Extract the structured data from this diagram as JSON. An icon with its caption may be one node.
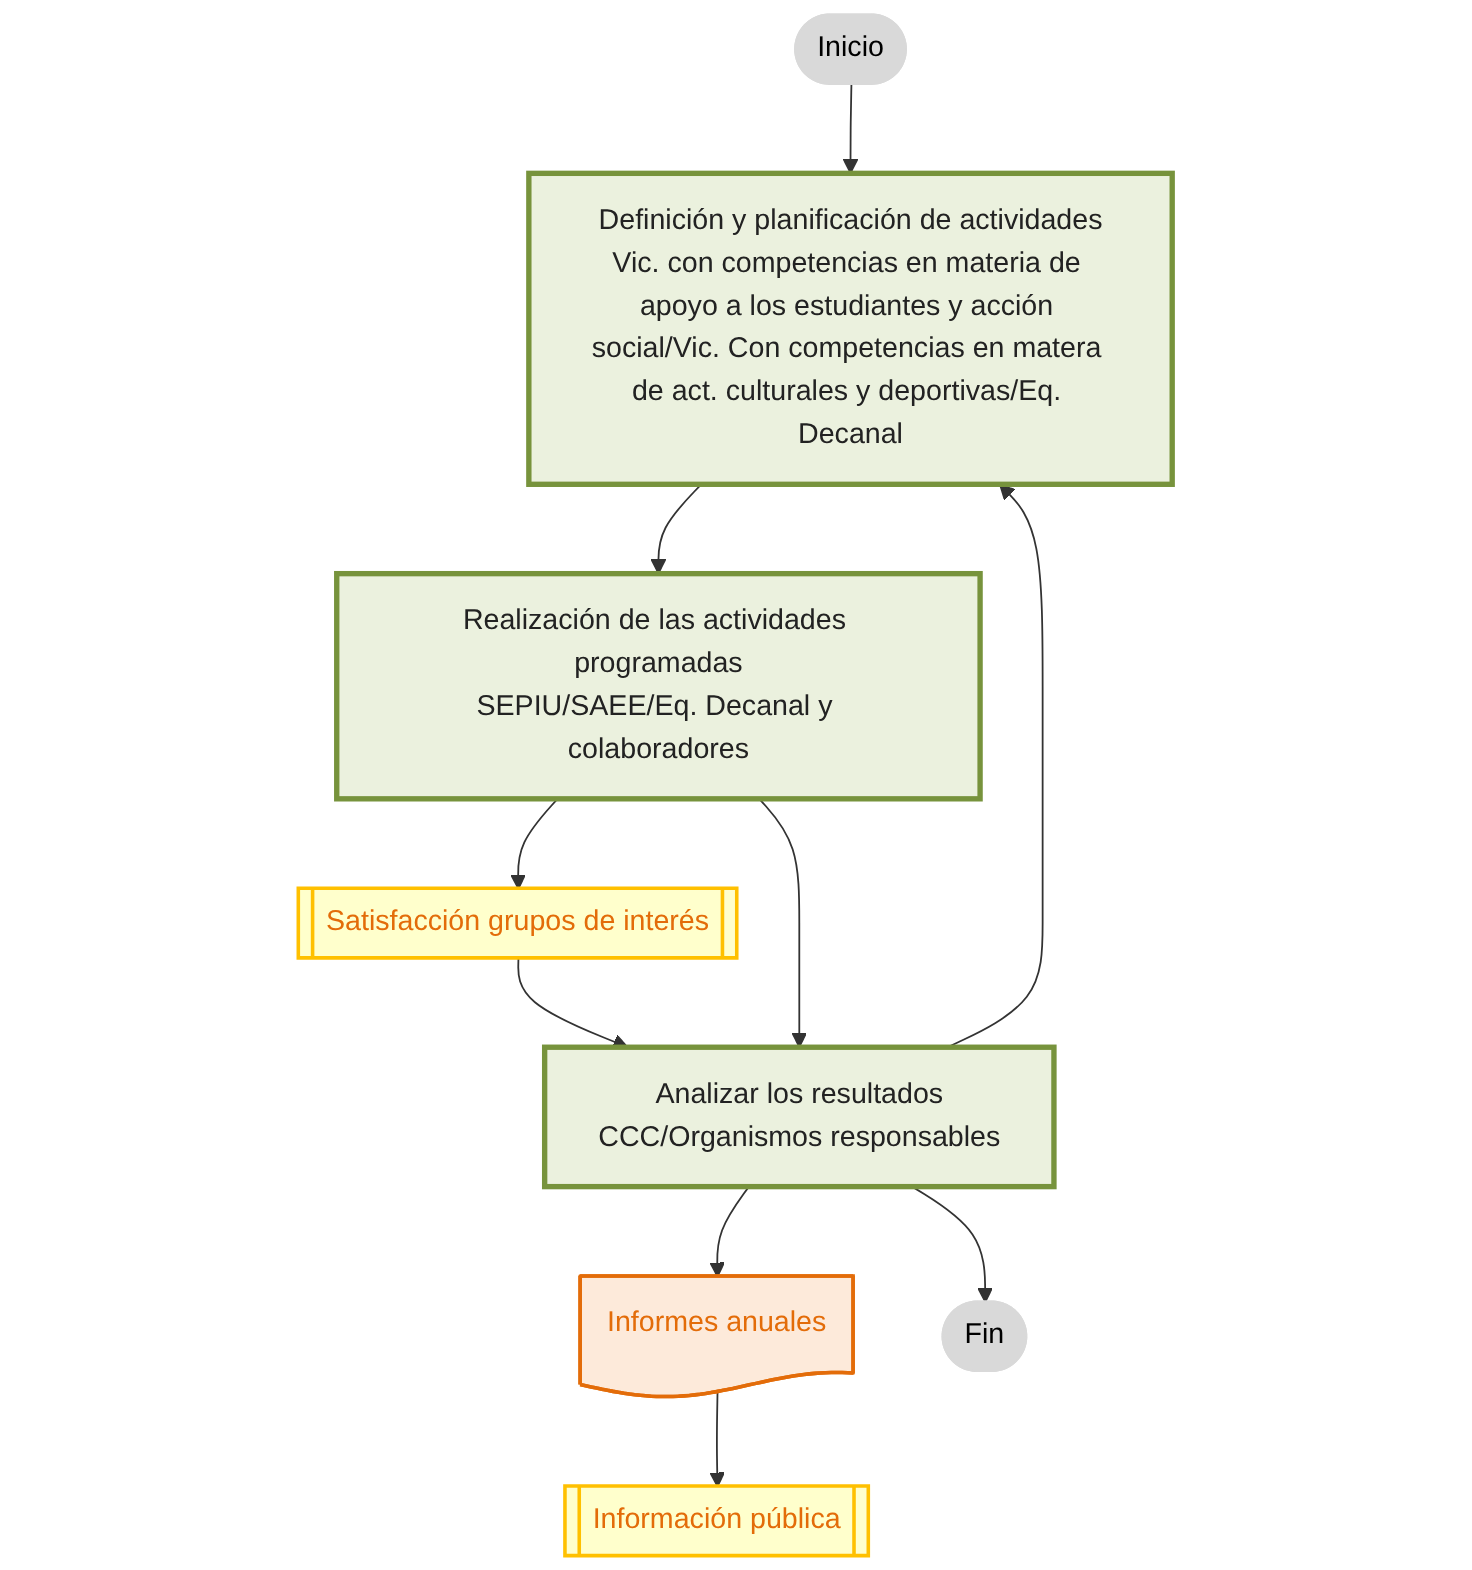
{
  "diagram": {
    "nodes": [
      {
        "text": [
          "Inicio"
        ]
      },
      {
        "text": [
          "Definición y planificación de actividades",
          "Vic. con competencias en materia de apoyo a los estudiantes y acción social/Vic. Con competencias en matera de act. culturales y deportivas/Eq. Decanal"
        ]
      },
      {
        "text": [
          "Realización de las actividades programadas",
          "SEPIU/SAEE/Eq. Decanal y colaboradores"
        ]
      },
      {
        "text": [
          "Satisfacción grupos de interés"
        ]
      },
      {
        "text": [
          "Analizar los resultados",
          "CCC/Organismos responsables"
        ]
      },
      {
        "text": [
          "Informes anuales"
        ]
      },
      {
        "text": [
          "Información pública"
        ]
      },
      {
        "text": [
          "Fin"
        ]
      }
    ],
    "edges": [
      {
        "from": 0,
        "to": 1,
        "arrow": "to"
      },
      {
        "from": 1,
        "to": 2,
        "arrow": "to"
      },
      {
        "from": 2,
        "to": 3,
        "arrow": "to"
      },
      {
        "from": 3,
        "to": 4,
        "arrow": "to"
      },
      {
        "from": 2,
        "to": 4,
        "arrow": "to"
      },
      {
        "from": 4,
        "to": 1,
        "arrow": "to"
      },
      {
        "from": 4,
        "to": 5,
        "arrow": "to"
      },
      {
        "from": 5,
        "to": 6,
        "arrow": "to"
      },
      {
        "from": 4,
        "to": 7,
        "arrow": "to"
      }
    ]
  }
}
